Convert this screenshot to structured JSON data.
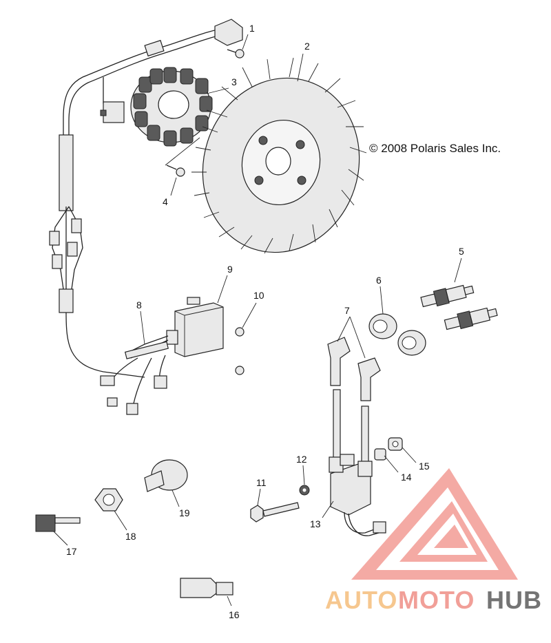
{
  "copyright": "© 2008 Polaris Sales Inc.",
  "callouts": [
    "1",
    "2",
    "3",
    "4",
    "5",
    "6",
    "7",
    "8",
    "9",
    "10",
    "11",
    "12",
    "13",
    "14",
    "15",
    "16",
    "17",
    "18",
    "19"
  ],
  "watermark": {
    "part1": "AUTO",
    "part2": "MOTO",
    "part3": "HUB",
    "colors": {
      "auto": "#f6c58a",
      "moto": "#f19a93",
      "hub": "#6d6d6d",
      "triangle": "#f4a6a0"
    }
  },
  "colors": {
    "line": "#222222",
    "part_fill": "#e9e9e9",
    "dark_fill": "#5a5a5a"
  }
}
